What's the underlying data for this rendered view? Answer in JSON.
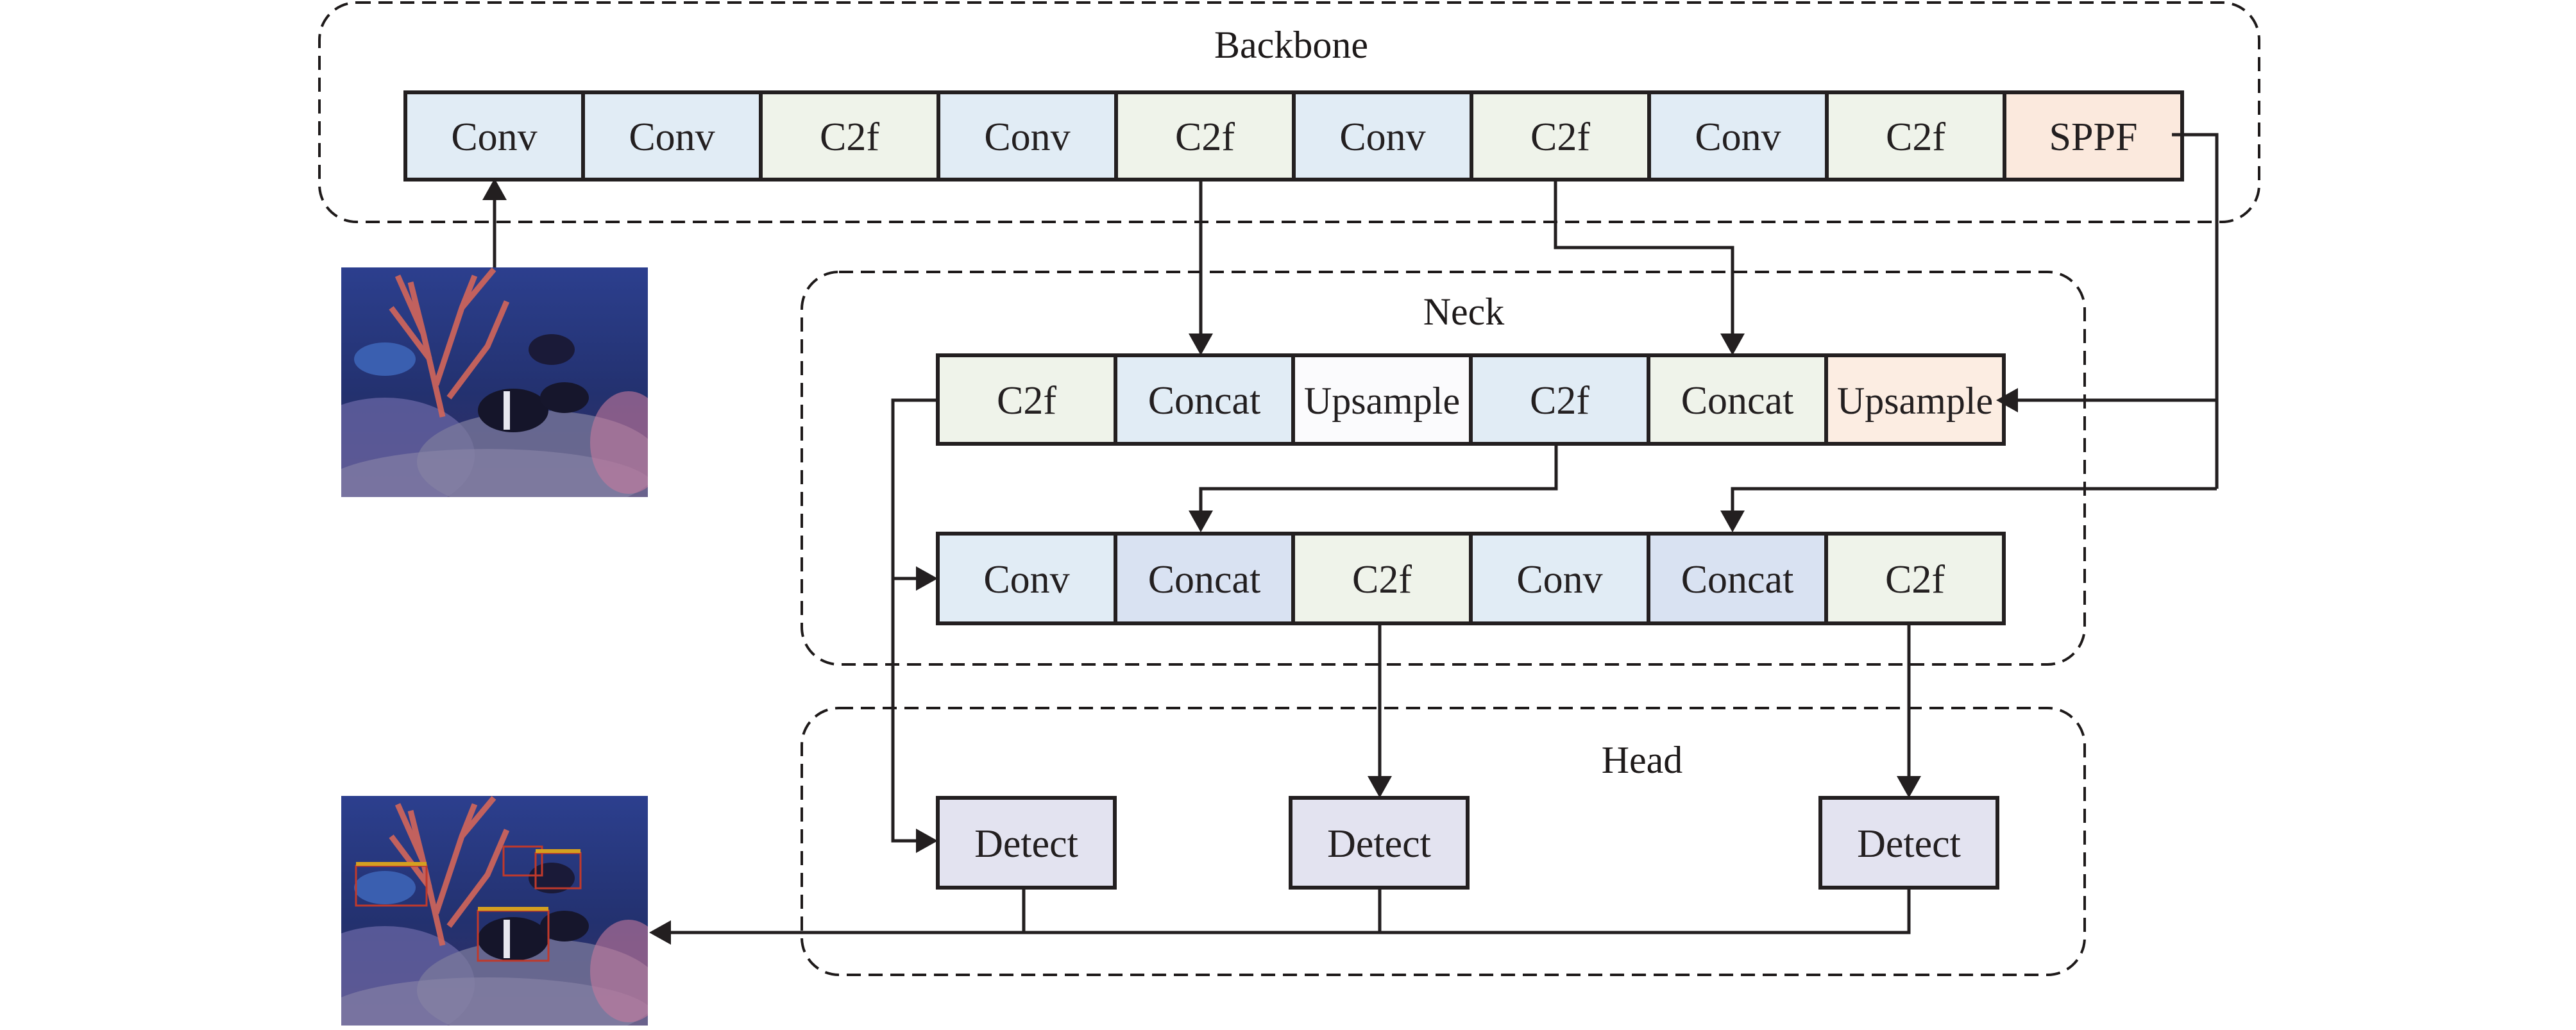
{
  "regions": {
    "backbone": "Backbone",
    "neck": "Neck",
    "head": "Head"
  },
  "colors": {
    "conv": "#e1ecf5",
    "c2f": "#eff3ea",
    "sppf": "#fbe9dd",
    "concat_light": "#e1ecf5",
    "concat_green": "#eff3ea",
    "concat_dark": "#d9e2f2",
    "upsample_light": "#fbfbfd",
    "upsample_peach": "#fcede2",
    "detect": "#e3e3f0",
    "stroke": "#231f20"
  },
  "backbone_blocks": [
    {
      "label": "Conv",
      "color": "conv"
    },
    {
      "label": "Conv",
      "color": "conv"
    },
    {
      "label": "C2f",
      "color": "c2f"
    },
    {
      "label": "Conv",
      "color": "conv"
    },
    {
      "label": "C2f",
      "color": "c2f"
    },
    {
      "label": "Conv",
      "color": "conv"
    },
    {
      "label": "C2f",
      "color": "c2f"
    },
    {
      "label": "Conv",
      "color": "conv"
    },
    {
      "label": "C2f",
      "color": "c2f"
    },
    {
      "label": "SPPF",
      "color": "sppf"
    }
  ],
  "neck_row1_blocks": [
    {
      "label": "C2f",
      "color": "c2f"
    },
    {
      "label": "Concat",
      "color": "concat_light"
    },
    {
      "label": "Upsample",
      "color": "upsample_light"
    },
    {
      "label": "C2f",
      "color": "conv"
    },
    {
      "label": "Concat",
      "color": "concat_green"
    },
    {
      "label": "Upsample",
      "color": "upsample_peach"
    }
  ],
  "neck_row2_blocks": [
    {
      "label": "Conv",
      "color": "conv"
    },
    {
      "label": "Concat",
      "color": "concat_dark"
    },
    {
      "label": "C2f",
      "color": "c2f"
    },
    {
      "label": "Conv",
      "color": "conv"
    },
    {
      "label": "Concat",
      "color": "concat_dark"
    },
    {
      "label": "C2f",
      "color": "c2f"
    }
  ],
  "head_blocks": [
    {
      "label": "Detect",
      "color": "detect"
    },
    {
      "label": "Detect",
      "color": "detect"
    },
    {
      "label": "Detect",
      "color": "detect"
    }
  ],
  "images": {
    "input": "input-aquarium-image",
    "output": "output-detection-image"
  }
}
